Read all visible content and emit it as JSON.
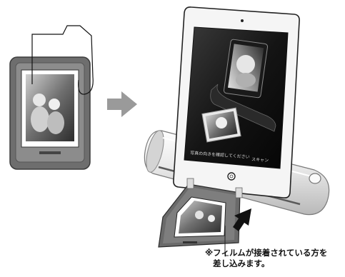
{
  "caption": {
    "line1": "※フィルムが接着されている方を",
    "line2": "差し込みます。"
  },
  "tablet_screen": {
    "bottom_left_text": "写真の向きを確認してください",
    "bottom_right_text": "スキャン"
  },
  "colors": {
    "tray_dark": "#6e6e6e",
    "tray_frame": "#8a8a8a",
    "arrow_gray": "#9a9a9a",
    "tablet_body": "#f4f4f4",
    "tablet_screen": "#1b1b1b",
    "scanner_body": "#e9e9e9",
    "insert_arrow": "#111111"
  },
  "icons": [
    "right-arrow-icon",
    "up-arrow-icon",
    "home-button-icon",
    "camera-icon"
  ]
}
